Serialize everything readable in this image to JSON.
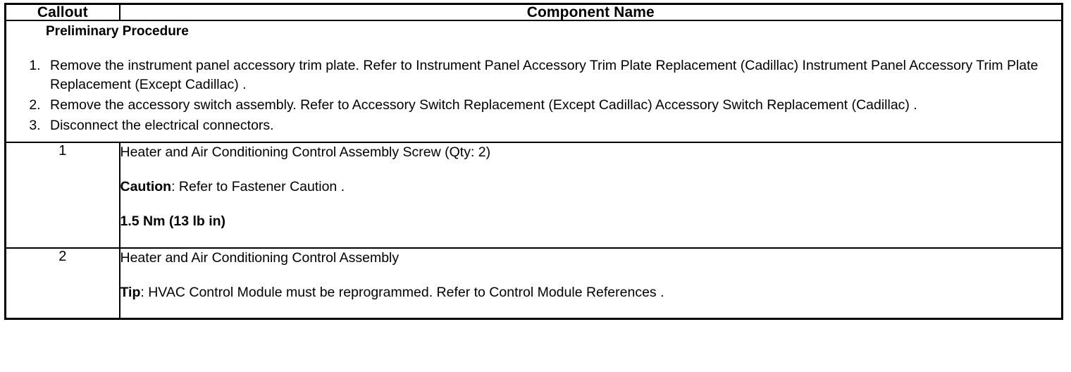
{
  "table": {
    "headers": {
      "callout": "Callout",
      "component_name": "Component Name"
    },
    "preliminary": {
      "title": "Preliminary Procedure",
      "steps": [
        "Remove the instrument panel accessory trim plate. Refer to Instrument Panel Accessory Trim Plate Replacement (Cadillac) Instrument Panel Accessory Trim Plate Replacement (Except Cadillac) .",
        "Remove the accessory switch assembly. Refer to Accessory Switch Replacement (Except Cadillac) Accessory Switch Replacement (Cadillac) .",
        "Disconnect the electrical connectors."
      ]
    },
    "rows": [
      {
        "callout": "1",
        "name": "Heater and Air Conditioning Control Assembly Screw (Qty: 2)",
        "note_label": "Caution",
        "note_text": ": Refer to Fastener Caution .",
        "torque": "1.5 Nm (13 lb in)"
      },
      {
        "callout": "2",
        "name": "Heater and Air Conditioning Control Assembly",
        "note_label": "Tip",
        "note_text": ": HVAC Control Module must be reprogrammed. Refer to Control Module References ."
      }
    ]
  }
}
